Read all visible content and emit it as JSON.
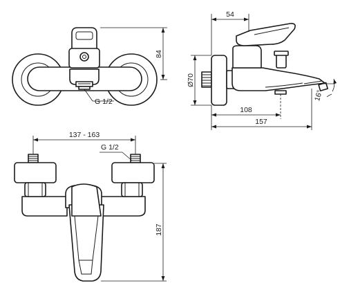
{
  "labels": {
    "dim_84": "84",
    "thread_front": "G 1/2",
    "dim_54": "54",
    "dia_70": "Ø70",
    "dim_108": "108",
    "dim_157": "157",
    "angle_16": "16°",
    "dim_137_163": "137 - 163",
    "thread_top": "G 1/2",
    "dim_187": "187"
  },
  "colors": {
    "line": "#1a1a1a",
    "background": "#ffffff"
  }
}
